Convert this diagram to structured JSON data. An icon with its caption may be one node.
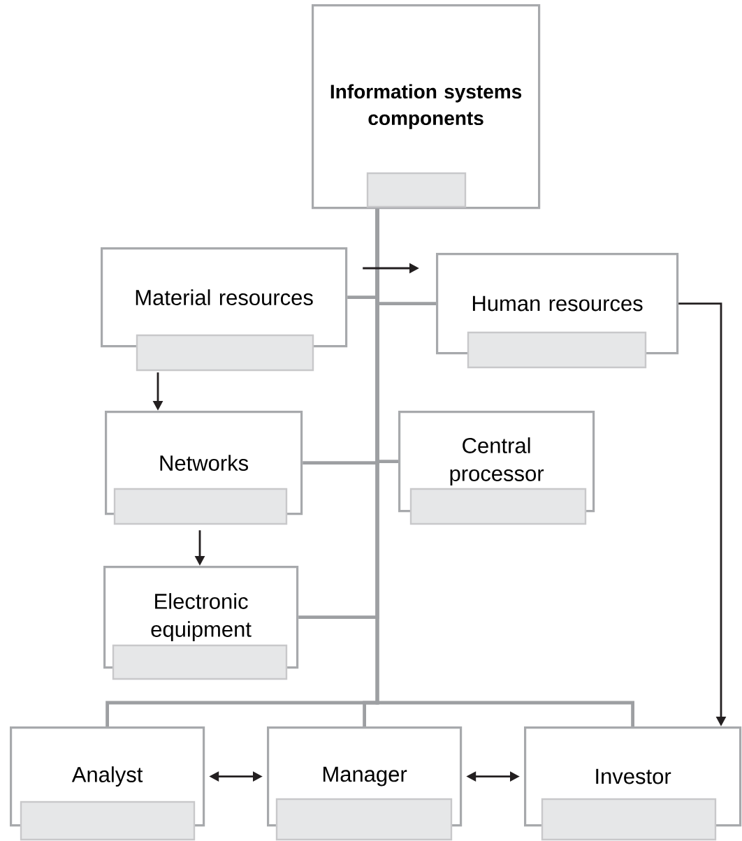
{
  "diagram": {
    "nodes": [
      {
        "text": [
          "Information systems components"
        ]
      },
      {
        "text": [
          "Material resources"
        ]
      },
      {
        "text": [
          "Human resources"
        ]
      },
      {
        "text": [
          "Networks"
        ]
      },
      {
        "text": [
          "Central processor"
        ]
      },
      {
        "text": [
          "Electronic equipment"
        ]
      },
      {
        "text": [
          "Analyst"
        ]
      },
      {
        "text": [
          "Manager"
        ]
      },
      {
        "text": [
          "Investor"
        ]
      }
    ],
    "edges": [
      {
        "from": 0,
        "to": 1,
        "arrow": "none"
      },
      {
        "from": 0,
        "to": 2,
        "arrow": "none"
      },
      {
        "from": 0,
        "to": 3,
        "arrow": "none"
      },
      {
        "from": 0,
        "to": 4,
        "arrow": "none"
      },
      {
        "from": 0,
        "to": 5,
        "arrow": "none"
      },
      {
        "from": 0,
        "to": 6,
        "arrow": "none"
      },
      {
        "from": 0,
        "to": 7,
        "arrow": "none"
      },
      {
        "from": 0,
        "to": 8,
        "arrow": "none"
      },
      {
        "from": 1,
        "to": 2,
        "arrow": "to",
        "color": "#231f20"
      },
      {
        "from": 1,
        "to": 3,
        "arrow": "to",
        "color": "#231f20"
      },
      {
        "from": 3,
        "to": 5,
        "arrow": "to",
        "color": "#231f20"
      },
      {
        "from": 2,
        "to": 8,
        "arrow": "to",
        "color": "#231f20"
      },
      {
        "from": 6,
        "to": 7,
        "arrow": "both",
        "color": "#231f20"
      },
      {
        "from": 7,
        "to": 8,
        "arrow": "both",
        "color": "#231f20"
      }
    ]
  }
}
